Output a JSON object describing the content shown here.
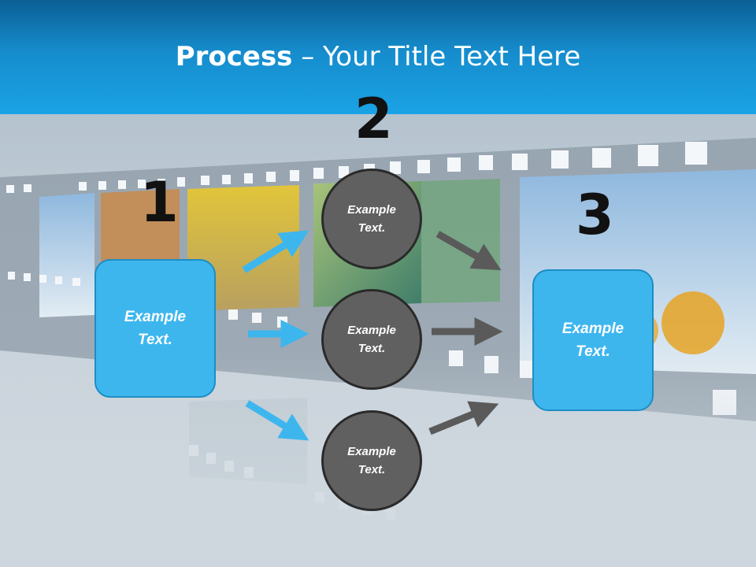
{
  "title": {
    "bold": "Process",
    "rest": " – Your Title Text Here"
  },
  "steps": [
    {
      "number": "1",
      "text": "Example\nText."
    },
    {
      "number": "2"
    },
    {
      "number": "3",
      "text": "Example\nText."
    }
  ],
  "circles": [
    {
      "text": "Example\nText."
    },
    {
      "text": "Example\nText."
    },
    {
      "text": "Example\nText."
    }
  ],
  "colors": {
    "header": "#1aa3e6",
    "box": "#3db6ee",
    "circle": "#606060",
    "arrow_blue": "#3db6ee",
    "arrow_gray": "#5a5a5a"
  }
}
